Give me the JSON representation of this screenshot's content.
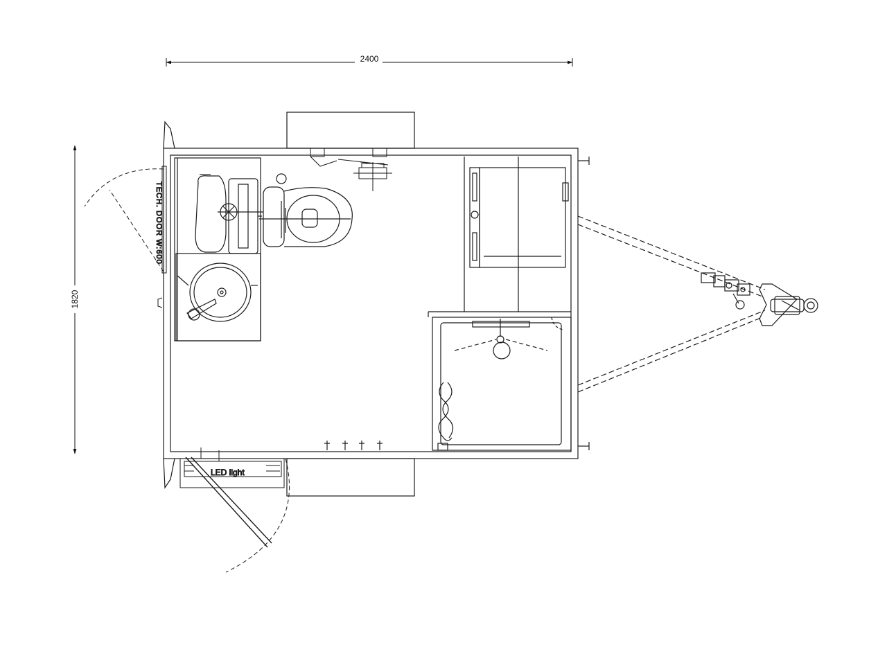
{
  "dimensions": {
    "width_label": "2400",
    "height_label": "1820"
  },
  "labels": {
    "tech_door": "TECH. DOOR W:600",
    "led_light": "LED light"
  },
  "colors": {
    "line": "#1a1a1a",
    "background": "#ffffff"
  }
}
